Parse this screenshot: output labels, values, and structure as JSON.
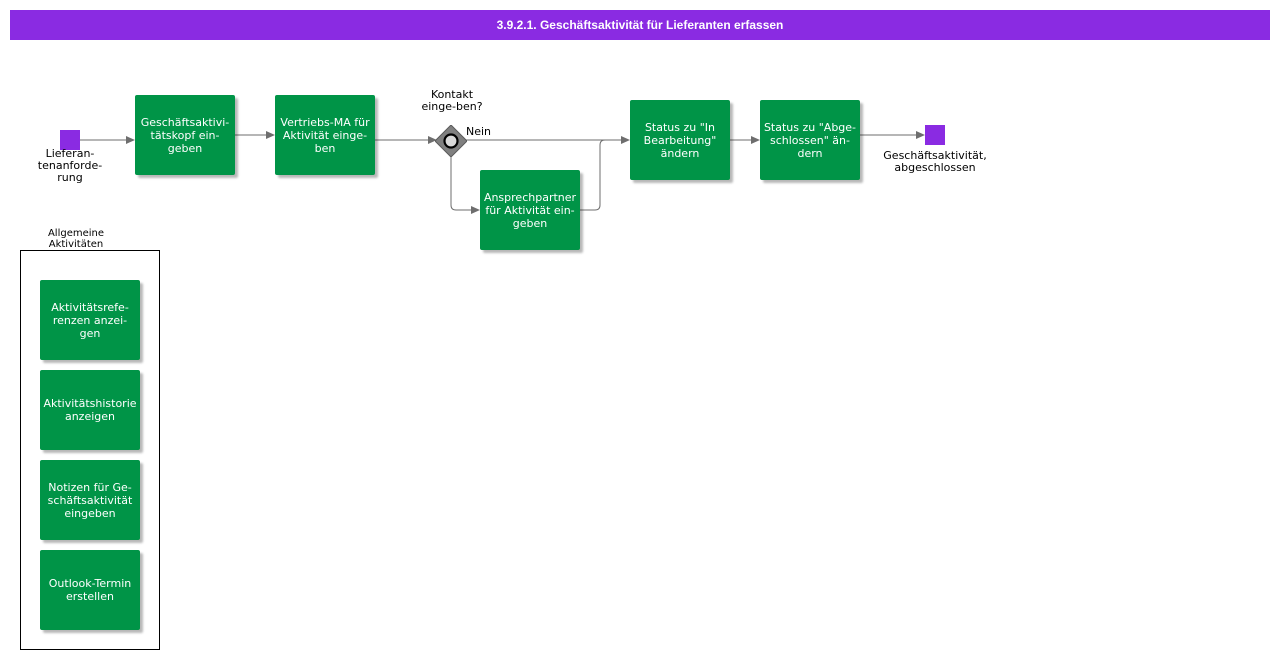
{
  "title": "3.9.2.1. Geschäftsaktivität für Lieferanten erfassen",
  "colors": {
    "header": "#8a2be2",
    "task": "#009447",
    "event": "#8a2be2",
    "connector": "#6e6e6e",
    "gateway": "#808080"
  },
  "start_event": {
    "label": "Lieferan-\ntenanforde-\nrung"
  },
  "tasks": {
    "kopf": "Geschäftsaktivi-tätskopf ein-geben",
    "vertrieb": "Vertriebs-MA für Aktivität einge-ben",
    "ansprech": "Ansprechpartner für Aktivität ein-geben",
    "status_bearb": "Status zu \"In Bearbeitung\" ändern",
    "status_abg": "Status zu \"Abge-schlossen\" än-dern"
  },
  "gateway": {
    "question": "Kontakt einge-ben?",
    "no_label": "Nein"
  },
  "end_event": {
    "label": "Geschäftsaktivität, abgeschlossen"
  },
  "group": {
    "label": "Allgemeine Aktivitäten",
    "tasks": {
      "referenzen": "Aktivitätsrefe-renzen anzei-gen",
      "historie": "Aktivitätshistorie anzeigen",
      "notizen": "Notizen für Ge-schäftsaktivität eingeben",
      "outlook": "Outlook-Termin erstellen"
    }
  }
}
